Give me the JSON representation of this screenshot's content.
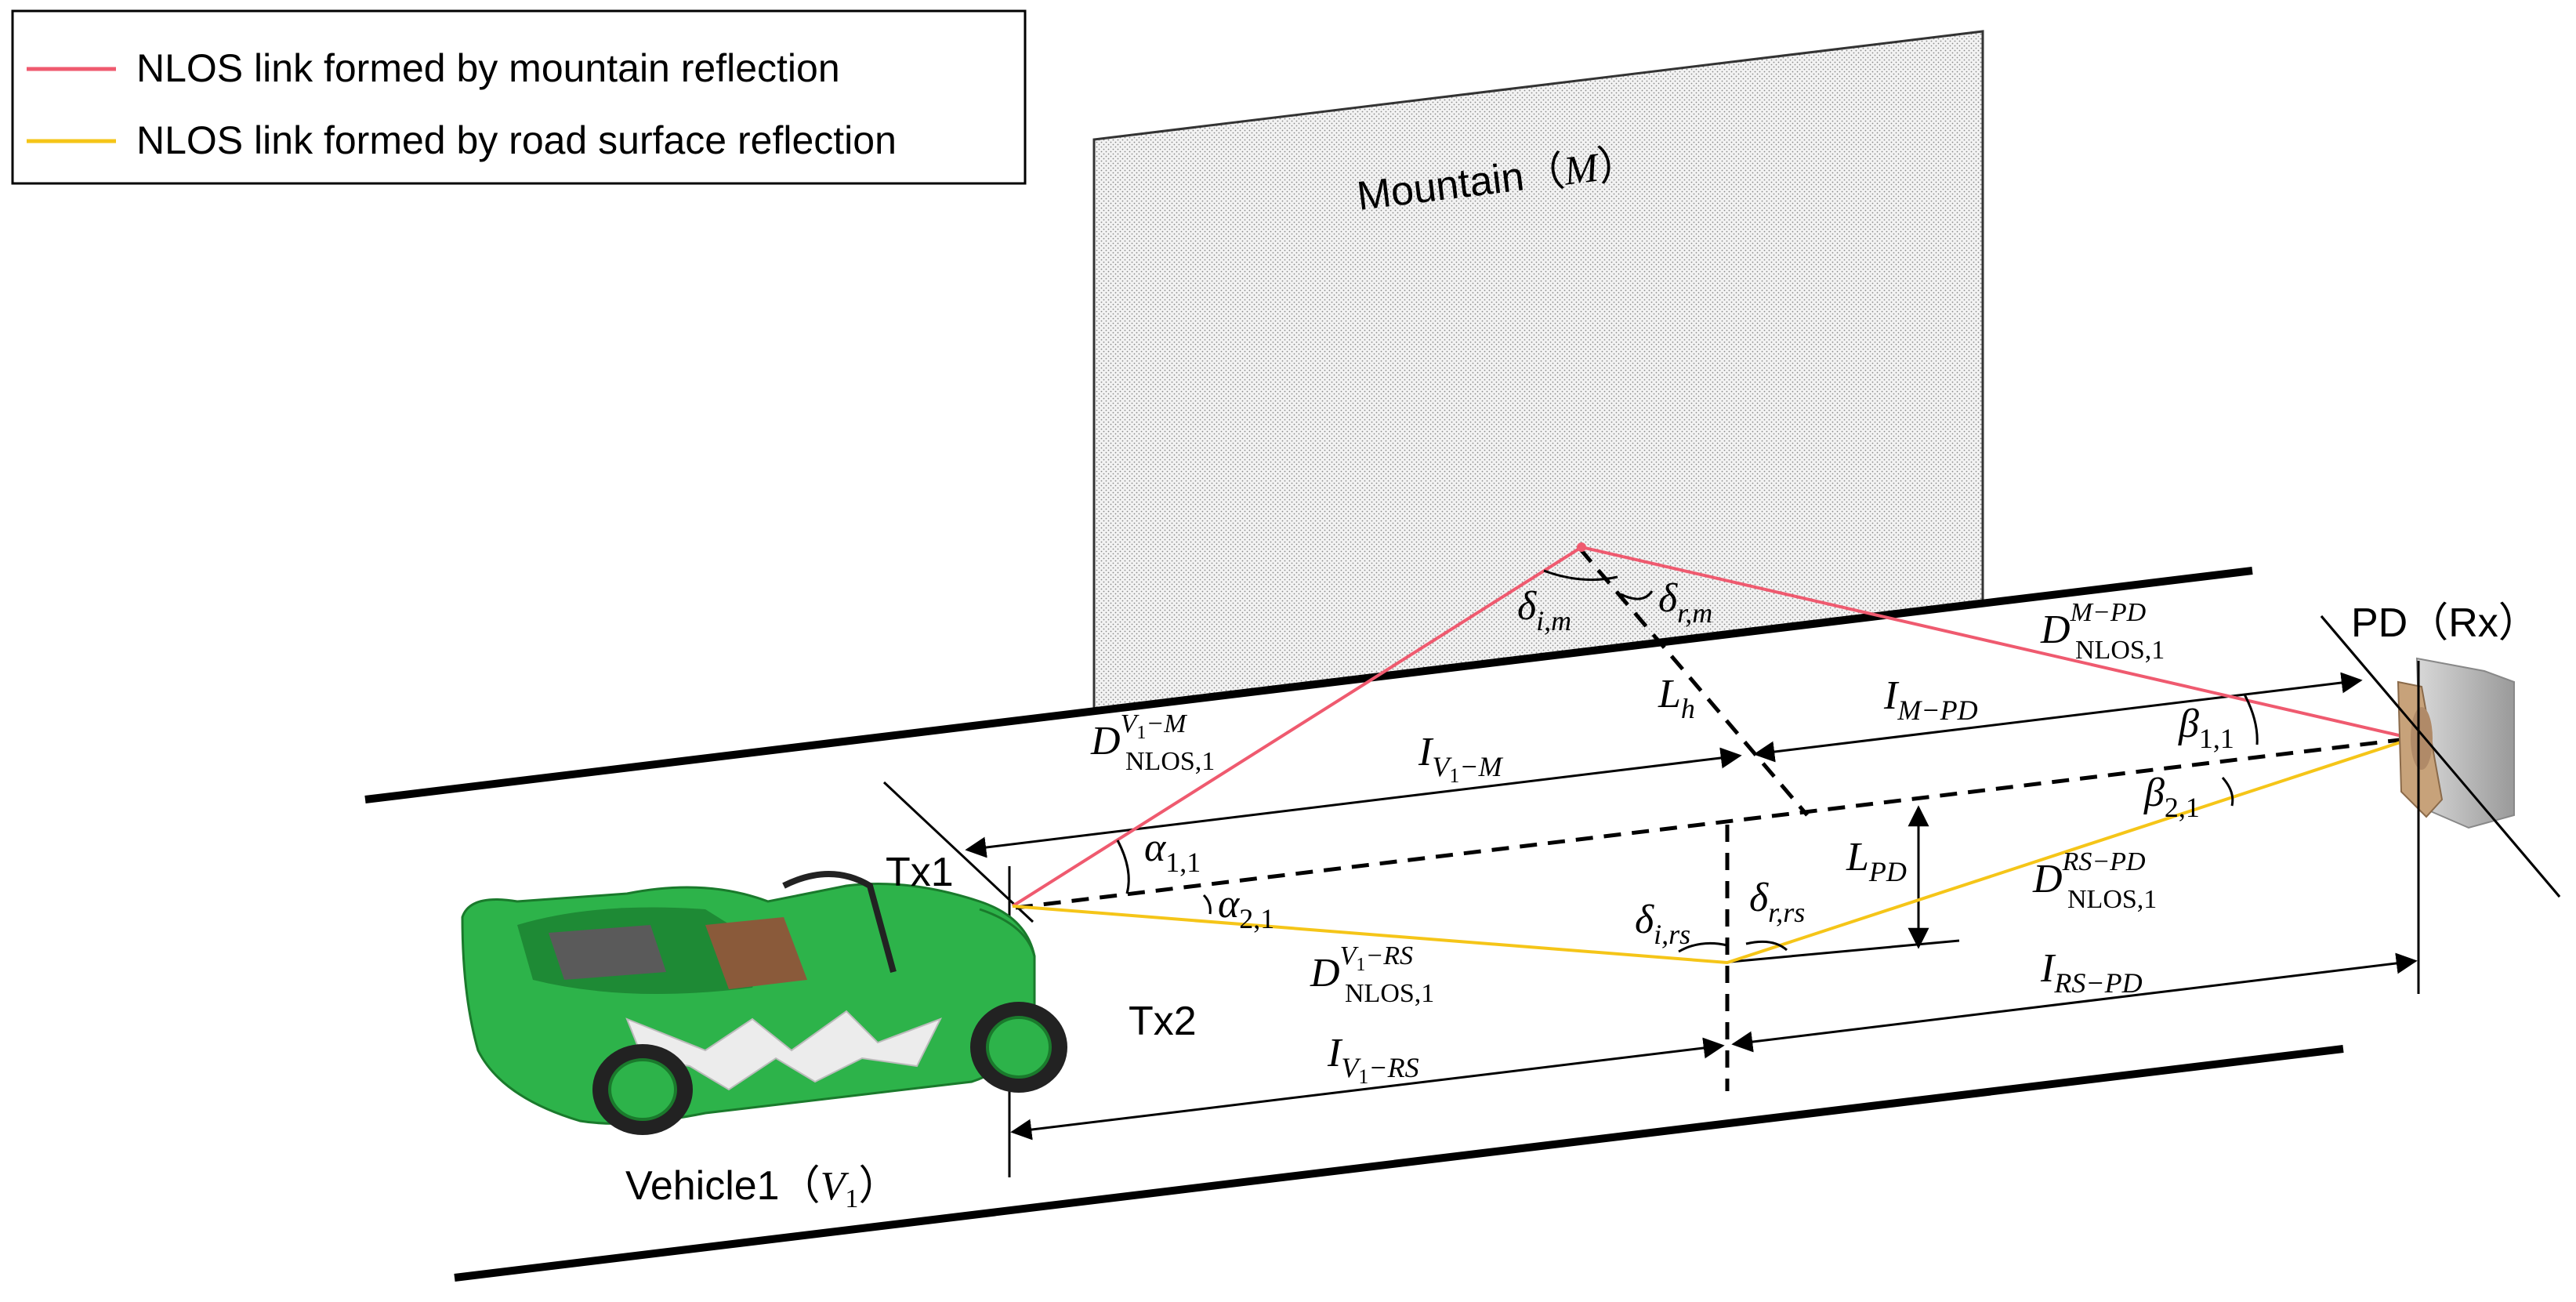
{
  "legend": {
    "items": [
      {
        "label": "NLOS link formed by mountain reflection",
        "color": "#ef5a6f"
      },
      {
        "label": "NLOS link formed by road surface reflection",
        "color": "#f5c518"
      }
    ]
  },
  "labels": {
    "mountain": "Mountain（",
    "mountain_sym": "M",
    "mountain_close": "）",
    "pd": "PD（Rx）",
    "tx1": "Tx1",
    "tx2": "Tx2",
    "vehicle": "Vehicle1（",
    "vehicle_sym": "V",
    "vehicle_sub": "1",
    "vehicle_close": "）"
  },
  "symbols": {
    "delta_im": {
      "base": "δ",
      "sub": "i,m"
    },
    "delta_rm": {
      "base": "δ",
      "sub": "r,m"
    },
    "delta_irs": {
      "base": "δ",
      "sub": "i,rs"
    },
    "delta_rrs": {
      "base": "δ",
      "sub": "r,rs"
    },
    "L_h": {
      "base": "L",
      "sub": "h"
    },
    "L_PD": {
      "base": "L",
      "sub": "PD"
    },
    "I_MPD": {
      "base": "I",
      "sub": "M−PD"
    },
    "I_V1M": {
      "base": "I",
      "sub": "V",
      "sub2": "1",
      "sub3": "−M"
    },
    "I_V1RS": {
      "base": "I",
      "sub": "V",
      "sub2": "1",
      "sub3": "−RS"
    },
    "I_RSPD": {
      "base": "I",
      "sub": "RS−PD"
    },
    "D_V1M": {
      "base": "D",
      "sup": "V",
      "sup2": "1",
      "sup3": "−M",
      "sub": "NLOS,1"
    },
    "D_MPD": {
      "base": "D",
      "sup": "M−PD",
      "sub": "NLOS,1"
    },
    "D_V1RS": {
      "base": "D",
      "sup": "V",
      "sup2": "1",
      "sup3": "−RS",
      "sub": "NLOS,1"
    },
    "D_RSPD": {
      "base": "D",
      "sup": "RS−PD",
      "sub": "NLOS,1"
    },
    "alpha11": {
      "base": "α",
      "sub": "1,1"
    },
    "alpha21": {
      "base": "α",
      "sub": "2,1"
    },
    "beta11": {
      "base": "β",
      "sub": "1,1"
    },
    "beta21": {
      "base": "β",
      "sub": "2,1"
    }
  },
  "colors": {
    "mountain_link": "#ef5a6f",
    "road_link": "#f5c518",
    "car_body": "#2db34a",
    "car_dark": "#1a7a2c"
  },
  "icons": [
    "car-image",
    "photodetector-device"
  ]
}
